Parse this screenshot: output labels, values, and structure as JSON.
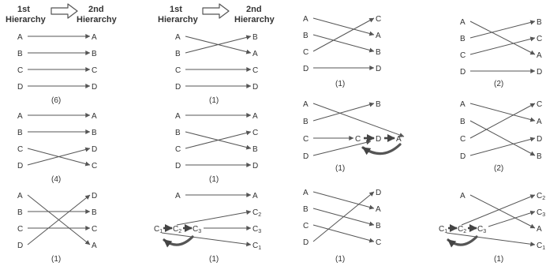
{
  "headers": {
    "first": [
      "1st",
      "Hierarchy"
    ],
    "second": [
      "2nd",
      "Hierarchy"
    ]
  },
  "colors": {
    "ink": "#555555",
    "text": "#333333",
    "background": "#ffffff"
  },
  "panels": {
    "p1": {
      "count": "(6)",
      "left": [
        "A",
        "B",
        "C",
        "D"
      ],
      "right": [
        "A",
        "B",
        "C",
        "D"
      ]
    },
    "p2": {
      "count": "(4)",
      "left": [
        "A",
        "B",
        "C",
        "D"
      ],
      "right": [
        "A",
        "B",
        "D",
        "C"
      ]
    },
    "p3": {
      "count": "(1)",
      "left": [
        "A",
        "B",
        "C",
        "D"
      ],
      "right": [
        "D",
        "B",
        "C",
        "A"
      ]
    },
    "p4": {
      "count": "(1)",
      "left": [
        "A",
        "B",
        "C",
        "D"
      ],
      "right": [
        "B",
        "A",
        "C",
        "D"
      ]
    },
    "p5": {
      "count": "(1)",
      "left": [
        "A",
        "B",
        "C",
        "D"
      ],
      "right": [
        "A",
        "C",
        "B",
        "D"
      ]
    },
    "p6": {
      "count": "(1)",
      "left": [
        "A",
        "C",
        "C",
        "C"
      ],
      "left_subs": [
        "",
        "1",
        "2",
        "3"
      ],
      "right": [
        "A",
        "C",
        "C",
        "C"
      ],
      "right_subs": [
        "",
        "2",
        "3",
        "1"
      ]
    },
    "p7": {
      "count": "(1)",
      "left": [
        "A",
        "B",
        "C",
        "D"
      ],
      "right": [
        "C",
        "A",
        "B",
        "D"
      ]
    },
    "p8": {
      "count": "(1)",
      "left": [
        "A",
        "B",
        "C",
        "D"
      ],
      "right": [
        "B",
        "C",
        "D",
        "A"
      ]
    },
    "p9": {
      "count": "(1)",
      "left": [
        "A",
        "B",
        "C",
        "D"
      ],
      "right": [
        "D",
        "A",
        "B",
        "C"
      ]
    },
    "p10": {
      "count": "(2)",
      "left": [
        "A",
        "B",
        "C",
        "D"
      ],
      "right": [
        "B",
        "C",
        "A",
        "D"
      ]
    },
    "p11": {
      "count": "(2)",
      "left": [
        "A",
        "B",
        "C",
        "D"
      ],
      "right": [
        "C",
        "A",
        "D",
        "B"
      ]
    },
    "p12": {
      "count": "(1)",
      "left": [
        "A",
        "C",
        "C",
        "C"
      ],
      "left_subs": [
        "",
        "1",
        "2",
        "3"
      ],
      "right": [
        "C",
        "C",
        "A",
        "C"
      ],
      "right_subs": [
        "2",
        "3",
        "",
        "1"
      ]
    }
  }
}
